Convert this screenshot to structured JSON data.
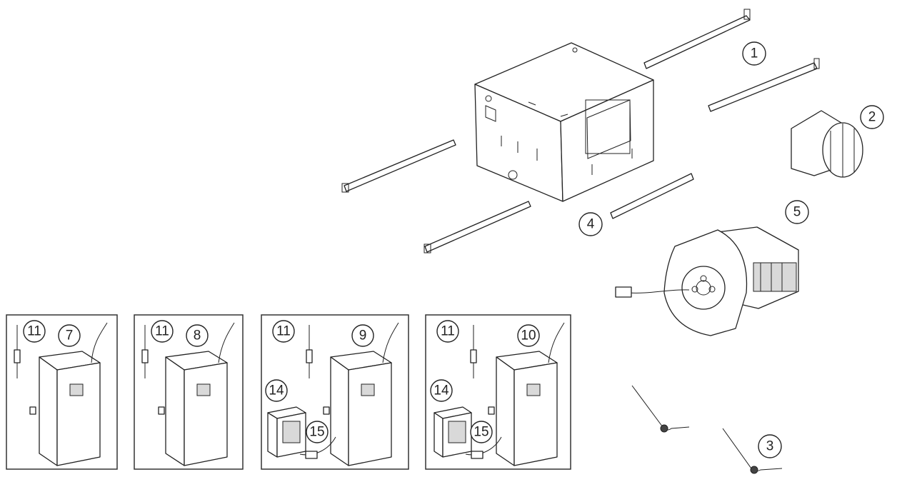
{
  "callouts": {
    "c1": "1",
    "c2": "2",
    "c3": "3",
    "c4": "4",
    "c5": "5",
    "p1_a": "11",
    "p1_b": "7",
    "p2_a": "11",
    "p2_b": "8",
    "p3_a": "11",
    "p3_b": "9",
    "p3_c": "14",
    "p3_d": "15",
    "p4_a": "11",
    "p4_b": "10",
    "p4_c": "14",
    "p4_d": "15"
  }
}
